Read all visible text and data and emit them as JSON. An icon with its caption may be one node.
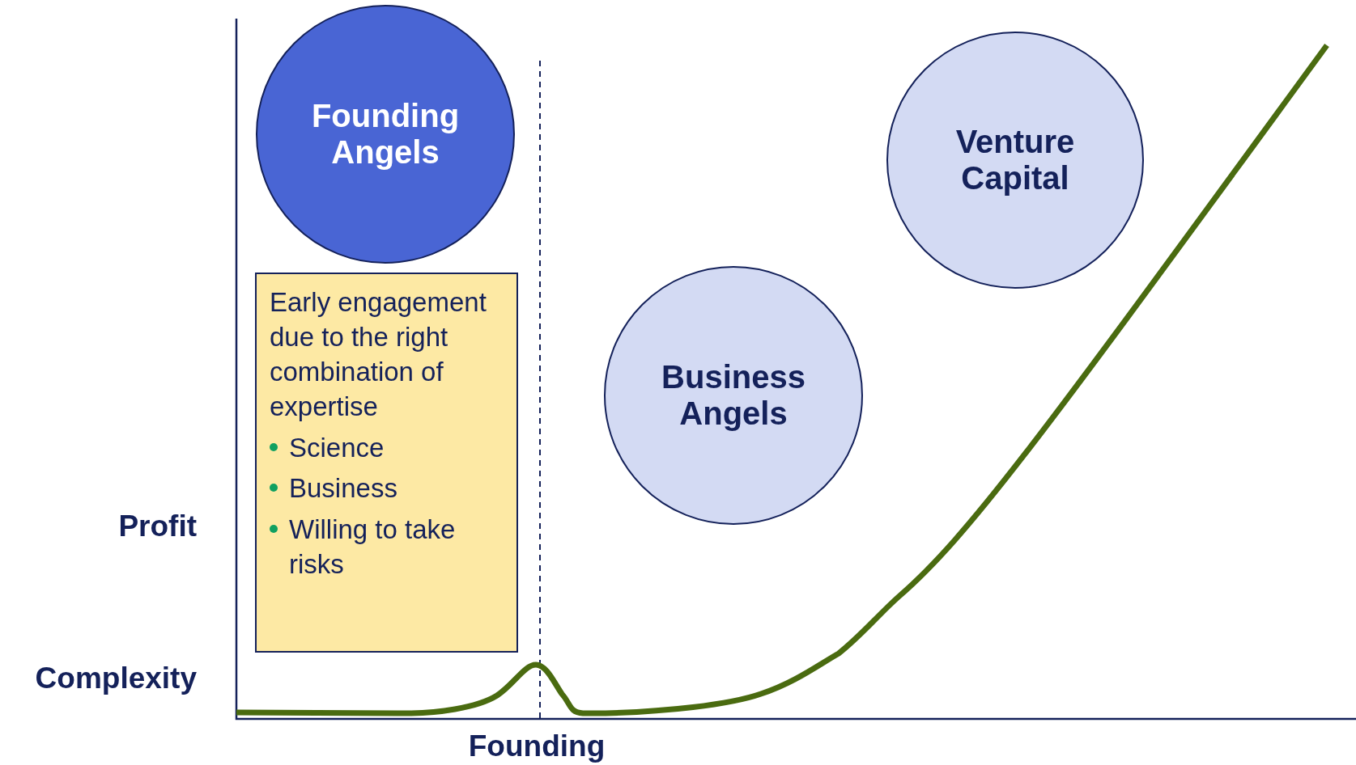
{
  "diagram": {
    "nodes": [
      {
        "text": [
          "Founding Angels"
        ]
      },
      {
        "text": [
          "Early engagement due to the right combination of expertise",
          "Science",
          "Business",
          "Willing to take risks"
        ]
      },
      {
        "text": [
          "Business Angels"
        ]
      },
      {
        "text": [
          "Venture Capital"
        ]
      }
    ],
    "labels": [
      "Profit",
      "Complexity",
      "Founding"
    ]
  }
}
